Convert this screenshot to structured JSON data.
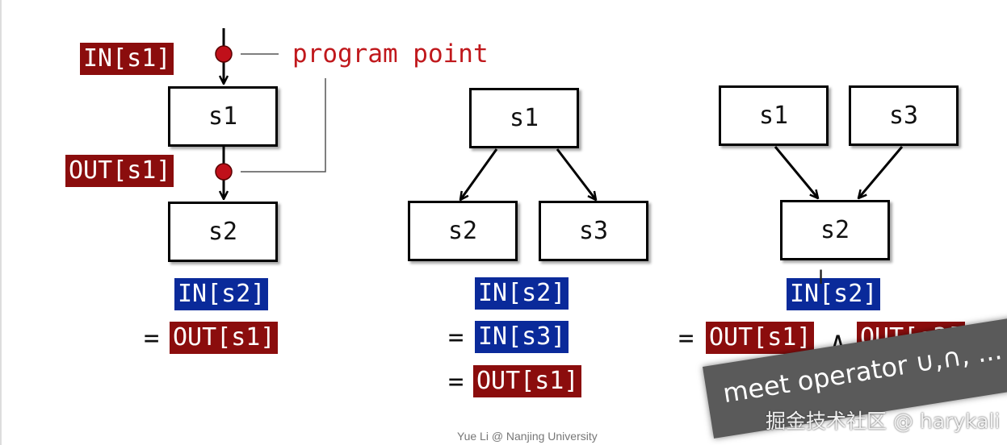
{
  "annotation": {
    "program_point": "program point"
  },
  "diagram1": {
    "in_tag": "IN[s1]",
    "out_tag": "OUT[s1]",
    "node_s1": "s1",
    "node_s2": "s2",
    "eq_lhs": "IN[s2]",
    "eq_sign": "=",
    "eq_rhs": "OUT[s1]"
  },
  "diagram2": {
    "node_s1": "s1",
    "node_s2": "s2",
    "node_s3": "s3",
    "eq_lhs": "IN[s2]",
    "eq_sign1": "=",
    "eq_mid": "IN[s3]",
    "eq_sign2": "=",
    "eq_rhs": "OUT[s1]"
  },
  "diagram3": {
    "node_s1": "s1",
    "node_s3": "s3",
    "node_s2": "s2",
    "eq_lhs": "IN[s2]",
    "eq_sign": "=",
    "eq_term1": "OUT[s1]",
    "meet_symbol": "∧",
    "eq_term2": "OUT[s3]",
    "meet_label": "meet operator ∪,∩, ..."
  },
  "watermark": "掘金技术社区 @ harykali",
  "footer": "Yue Li @ Nanjing University",
  "colors": {
    "red_tag": "#8b0d0d",
    "blue_tag": "#0a2a9a",
    "program_point": "#c0181c",
    "dot_fill": "#c0101a"
  }
}
